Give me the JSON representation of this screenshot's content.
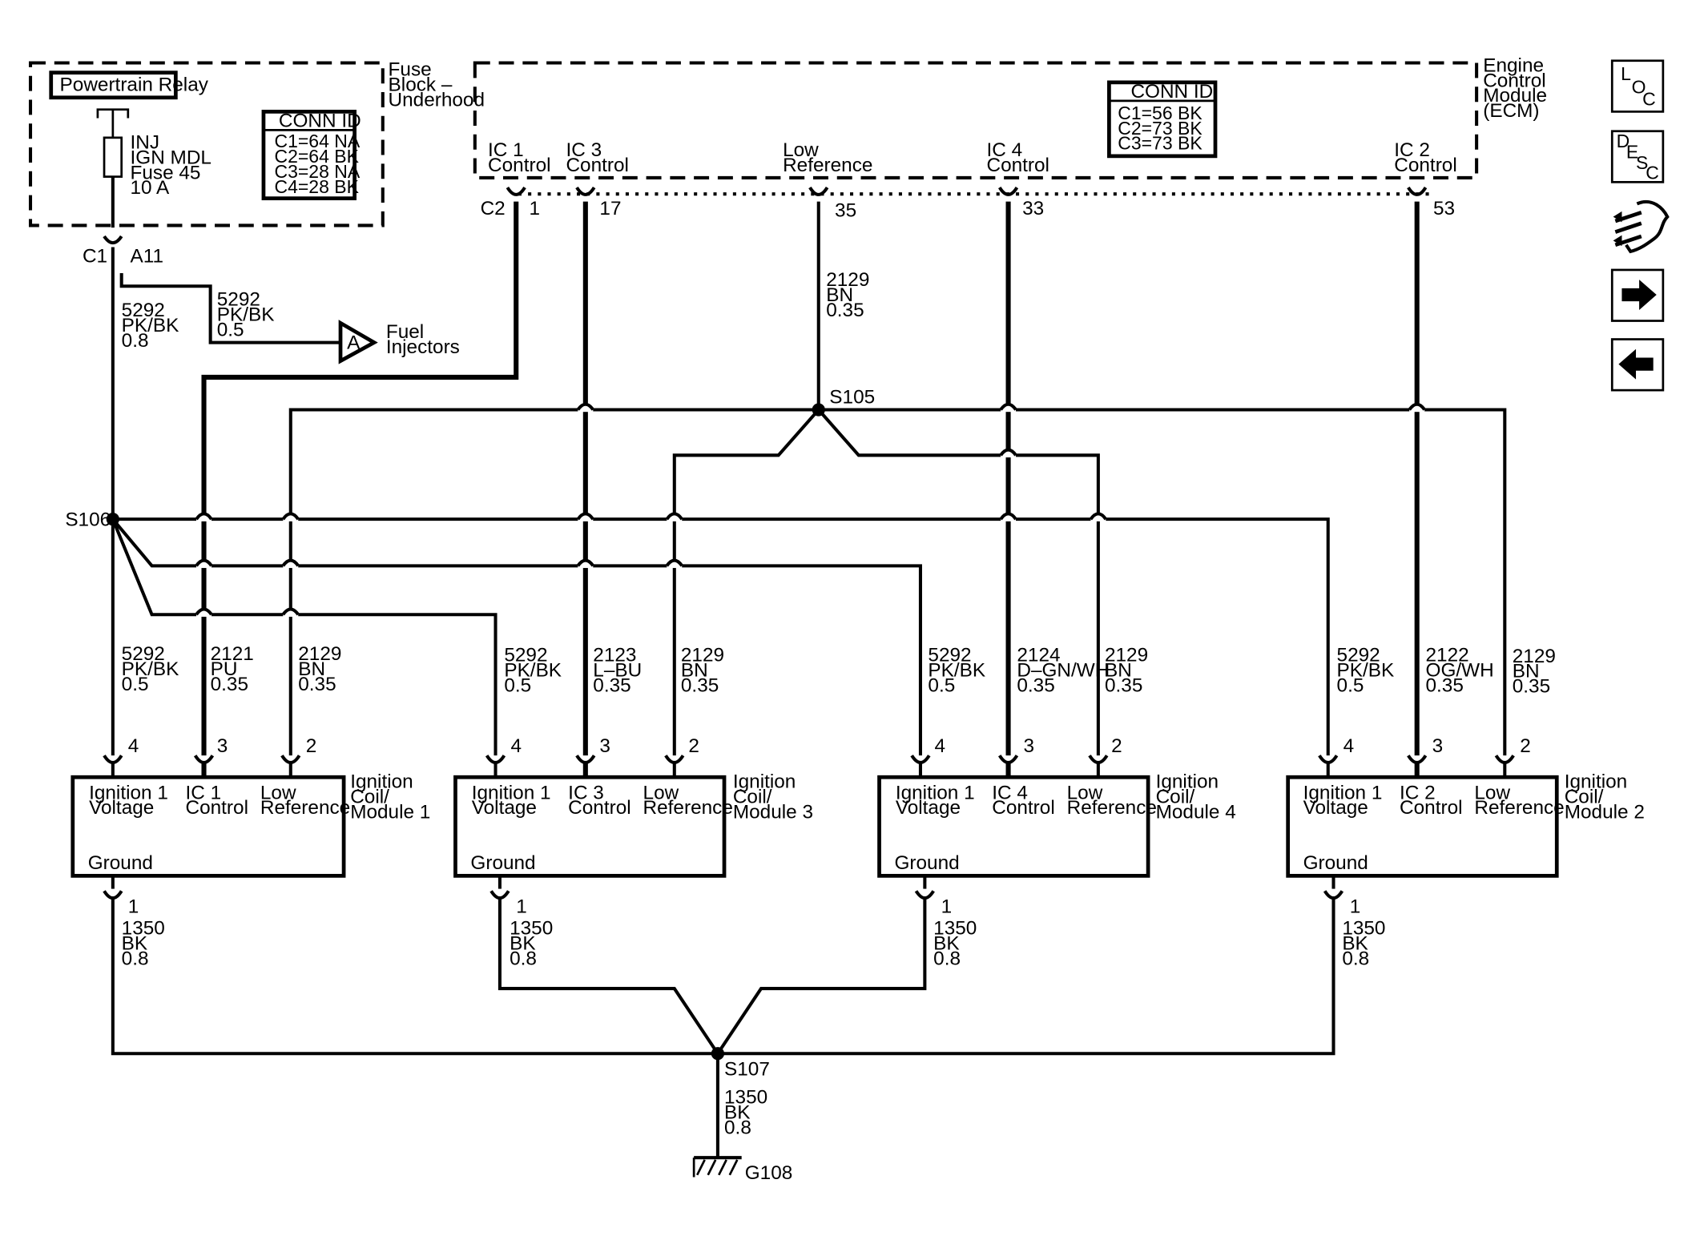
{
  "fuse_block": {
    "title_lines": [
      "Fuse",
      "Block –",
      "Underhood"
    ],
    "relay_label": "Powertrain Relay",
    "fuse_lines": [
      "INJ",
      "IGN MDL",
      "Fuse 45",
      "10 A"
    ],
    "conn_id_title": "CONN ID",
    "conn_id_lines": [
      "C1=64 NA",
      "C2=64 BK",
      "C3=28 NA",
      "C4=28 BK"
    ],
    "out_conn": "C1",
    "out_pin": "A11"
  },
  "ecm": {
    "title_lines": [
      "Engine",
      "Control",
      "Module",
      "(ECM)"
    ],
    "conn_id_title": "CONN ID",
    "conn_id_lines": [
      "C1=56 BK",
      "C2=73 BK",
      "C3=73 BK"
    ],
    "conn_label": "C2",
    "pins": [
      {
        "label_lines": [
          "IC 1",
          "Control"
        ],
        "pin": "1"
      },
      {
        "label_lines": [
          "IC 3",
          "Control"
        ],
        "pin": "17"
      },
      {
        "label_lines": [
          "Low",
          "Reference"
        ],
        "pin": "35"
      },
      {
        "label_lines": [
          "IC 4",
          "Control"
        ],
        "pin": "33"
      },
      {
        "label_lines": [
          "IC 2",
          "Control"
        ],
        "pin": "53"
      }
    ]
  },
  "wires": {
    "feed_main": [
      "5292",
      "PK/BK",
      "0.8"
    ],
    "feed_injector": [
      "5292",
      "PK/BK",
      "0.5"
    ],
    "injector_connector": "A",
    "injector_label_lines": [
      "Fuel",
      "Injectors"
    ],
    "low_ref_main": [
      "2129",
      "BN",
      "0.35"
    ],
    "ground_main": [
      "1350",
      "BK",
      "0.8"
    ]
  },
  "splices": {
    "s105": "S105",
    "s106": "S106",
    "s107": "S107"
  },
  "ground": "G108",
  "modules": [
    {
      "title_lines": [
        "Ignition",
        "Coil/",
        "Module 1"
      ],
      "pin_labels": [
        [
          "Ignition 1",
          "Voltage"
        ],
        [
          "IC 1",
          "Control"
        ],
        [
          "Low",
          "Reference"
        ]
      ],
      "pins": [
        "4",
        "3",
        "2"
      ],
      "ground_label": "Ground",
      "ground_pin": "1",
      "wires": [
        [
          "5292",
          "PK/BK",
          "0.5"
        ],
        [
          "2121",
          "PU",
          "0.35"
        ],
        [
          "2129",
          "BN",
          "0.35"
        ]
      ],
      "ground_wire": [
        "1350",
        "BK",
        "0.8"
      ]
    },
    {
      "title_lines": [
        "Ignition",
        "Coil/",
        "Module 3"
      ],
      "pin_labels": [
        [
          "Ignition 1",
          "Voltage"
        ],
        [
          "IC 3",
          "Control"
        ],
        [
          "Low",
          "Reference"
        ]
      ],
      "pins": [
        "4",
        "3",
        "2"
      ],
      "ground_label": "Ground",
      "ground_pin": "1",
      "wires": [
        [
          "5292",
          "PK/BK",
          "0.5"
        ],
        [
          "2123",
          "L–BU",
          "0.35"
        ],
        [
          "2129",
          "BN",
          "0.35"
        ]
      ],
      "ground_wire": [
        "1350",
        "BK",
        "0.8"
      ]
    },
    {
      "title_lines": [
        "Ignition",
        "Coil/",
        "Module 4"
      ],
      "pin_labels": [
        [
          "Ignition 1",
          "Voltage"
        ],
        [
          "IC 4",
          "Control"
        ],
        [
          "Low",
          "Reference"
        ]
      ],
      "pins": [
        "4",
        "3",
        "2"
      ],
      "ground_label": "Ground",
      "ground_pin": "1",
      "wires": [
        [
          "5292",
          "PK/BK",
          "0.5"
        ],
        [
          "2124",
          "D–GN/WH",
          "0.35"
        ],
        [
          "2129",
          "BN",
          "0.35"
        ]
      ],
      "ground_wire": [
        "1350",
        "BK",
        "0.8"
      ]
    },
    {
      "title_lines": [
        "Ignition",
        "Coil/",
        "Module 2"
      ],
      "pin_labels": [
        [
          "Ignition 1",
          "Voltage"
        ],
        [
          "IC 2",
          "Control"
        ],
        [
          "Low",
          "Reference"
        ]
      ],
      "pins": [
        "4",
        "3",
        "2"
      ],
      "ground_label": "Ground",
      "ground_pin": "1",
      "wires": [
        [
          "5292",
          "PK/BK",
          "0.5"
        ],
        [
          "2122",
          "OG/WH",
          "0.35"
        ],
        [
          "2129",
          "BN",
          "0.35"
        ]
      ],
      "ground_wire": [
        "1350",
        "BK",
        "0.8"
      ]
    }
  ],
  "nav": [
    {
      "name": "loc",
      "letters": [
        "L",
        "O",
        "C"
      ]
    },
    {
      "name": "desc",
      "letters": [
        "D",
        "E",
        "S",
        "C"
      ]
    },
    {
      "name": "connector-icon"
    },
    {
      "name": "next-arrow-icon"
    },
    {
      "name": "prev-arrow-icon"
    }
  ]
}
